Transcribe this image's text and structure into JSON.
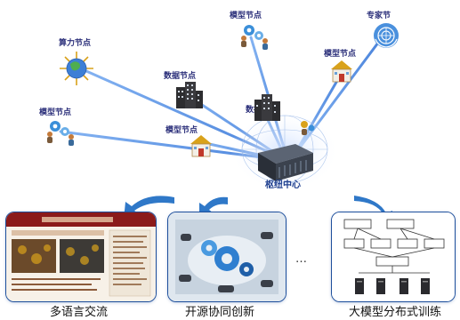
{
  "nodes": {
    "compute": {
      "label": "算力节点"
    },
    "model_top": {
      "label": "模型节点"
    },
    "expert": {
      "label": "专家节"
    },
    "model_right": {
      "label": "模型节点"
    },
    "data_mid": {
      "label": "数据节点"
    },
    "data_lower": {
      "label": "数据节点"
    },
    "model_left": {
      "label": "模型节点"
    },
    "model_center": {
      "label": "模型节点"
    },
    "hub": {
      "label": "枢纽中心"
    }
  },
  "panels": {
    "multilang": {
      "caption": "多语言交流"
    },
    "opensource": {
      "caption": "开源协同创新"
    },
    "distributed": {
      "caption": "大模型分布式训练"
    }
  },
  "ellipsis": "…",
  "colors": {
    "link": "#3d7fe0",
    "panel_border": "#1e4f9c",
    "arrow": "#2f78c8",
    "label": "#2b2f7a"
  }
}
